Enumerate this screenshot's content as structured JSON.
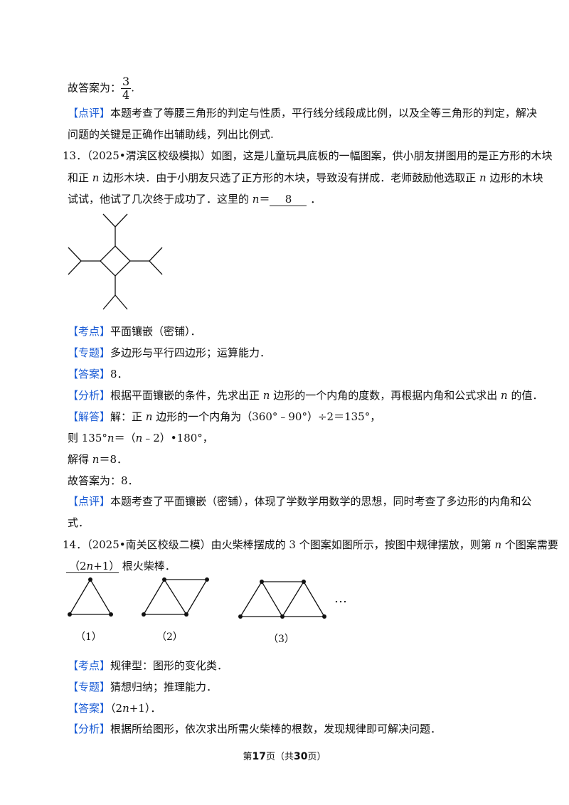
{
  "q12": {
    "answer_prefix": "故答案为：",
    "fraction_num": "3",
    "fraction_den": "4",
    "answer_suffix": ".",
    "comment_tag": "【点评】",
    "comment_line1": "本题考查了等腰三角形的判定与性质，平行线分线段成比例，以及全等三角形的判定，解决",
    "comment_line2": "问题的关键是正确作出辅助线，列出比例式."
  },
  "q13": {
    "number": "13．",
    "source": "（2025•渭滨区校级模拟）",
    "text1": "如图，这是儿童玩具底板的一幅图案，供小朋友拼图用的是正方形的木块",
    "text2_a": "和正 ",
    "text2_var": "n",
    "text2_b": " 边形木块．由于小朋友只选了正方形的木块，导致没有拼成．老师鼓励他选取正 ",
    "text2_var2": "n",
    "text2_c": " 边形的木块",
    "text3_a": "试试，他试了几次终于成功了．这里的 ",
    "text3_var": "n",
    "text3_b": "＝",
    "blank_answer": "8",
    "text3_c": " ．",
    "kaodian_tag": "【考点】",
    "kaodian": "平面镶嵌（密铺）．",
    "zhuanti_tag": "【专题】",
    "zhuanti": "多边形与平行四边形；运算能力．",
    "daan_tag": "【答案】",
    "daan": "8．",
    "fenxi_tag": "【分析】",
    "fenxi_a": "根据平面镶嵌的条件，先求出正 ",
    "fenxi_var": "n",
    "fenxi_b": " 边形的一个内角的度数，再根据内角和公式求出 ",
    "fenxi_var2": "n",
    "fenxi_c": " 的值．",
    "jieda_tag": "【解答】",
    "jieda_a": "解：正 ",
    "jieda_var": "n",
    "jieda_b": " 边形的一个内角为（360°﹣90°）÷2＝135°，",
    "step1_a": "则 135°",
    "step1_var": "n",
    "step1_b": "＝（",
    "step1_var2": "n",
    "step1_c": "﹣2）•180°，",
    "step2_a": "解得 ",
    "step2_var": "n",
    "step2_b": "＝8．",
    "step3": "故答案为：8．",
    "dianping_tag": "【点评】",
    "dianping1": "本题考查了平面镶嵌（密铺），体现了学数学用数学的思想，同时考查了多边形的内角和公",
    "dianping2": "式．"
  },
  "q14": {
    "number": "14．",
    "source": "（2025•南关区校级二模）",
    "text1_a": "由火柴棒摆成的 3 个图案如图所示，按图中规律摆放，则第 ",
    "text1_var": "n",
    "text1_b": " 个图案需要",
    "blank_a": "（2",
    "blank_var": "n",
    "blank_b": "+1）",
    "text2": " 根火柴棒．",
    "fig_labels": [
      "（1）",
      "（2）",
      "（3）"
    ],
    "ellipsis": "…",
    "kaodian_tag": "【考点】",
    "kaodian": "规律型：图形的变化类．",
    "zhuanti_tag": "【专题】",
    "zhuanti": "猜想归纳；推理能力．",
    "daan_tag": "【答案】",
    "daan_a": "（2",
    "daan_var": "n",
    "daan_b": "+1）．",
    "fenxi_tag": "【分析】",
    "fenxi": "根据所给图形，依次求出所需火柴棒的根数，发现规律即可解决问题．"
  },
  "footer": {
    "a": "第",
    "page": "17",
    "b": "页（共",
    "total": "30",
    "c": "页）"
  }
}
